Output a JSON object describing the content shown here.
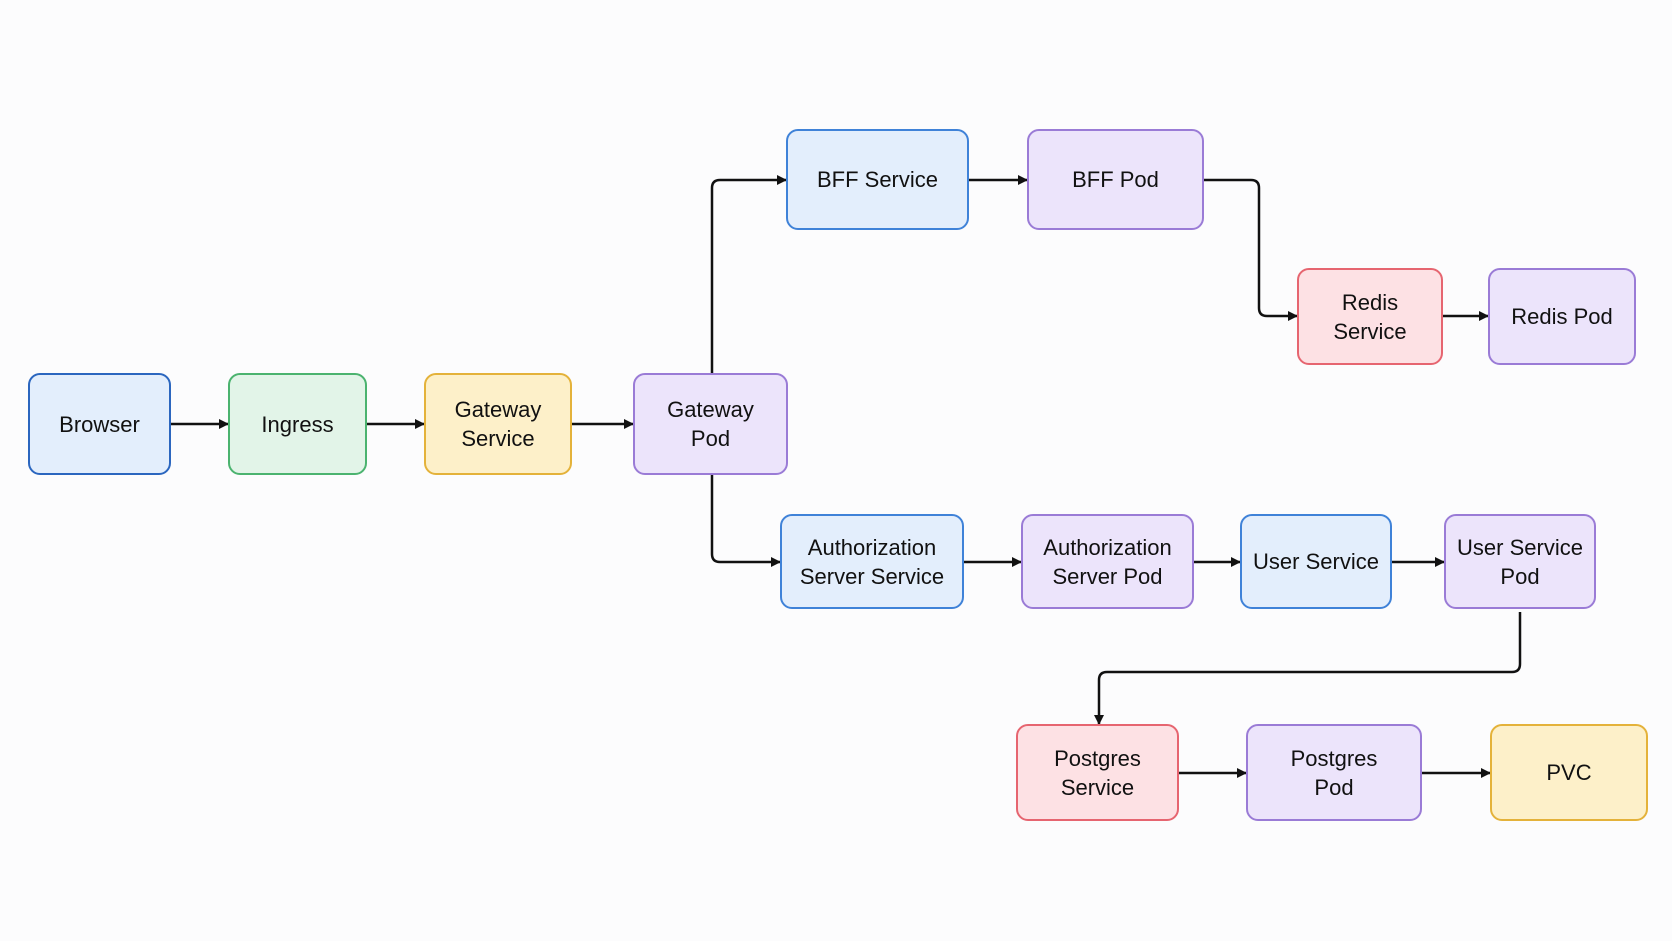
{
  "nodes": {
    "browser": "Browser",
    "ingress": "Ingress",
    "gateway_service": "Gateway\nService",
    "gateway_pod": "Gateway\nPod",
    "bff_service": "BFF Service",
    "bff_pod": "BFF Pod",
    "redis_service": "Redis Service",
    "redis_pod": "Redis Pod",
    "auth_server_service": "Authorization\nServer Service",
    "auth_server_pod": "Authorization\nServer Pod",
    "user_service": "User Service",
    "user_service_pod": "User Service\nPod",
    "postgres_service": "Postgres\nService",
    "postgres_pod": "Postgres\nPod",
    "pvc": "PVC"
  },
  "colors": {
    "service_blue": "#3f82d8",
    "ingress_green": "#4bb36f",
    "gateway_yellow": "#e4b23a",
    "pod_purple": "#9a7bd6",
    "datastore_red": "#e66570",
    "edge": "#111111"
  }
}
